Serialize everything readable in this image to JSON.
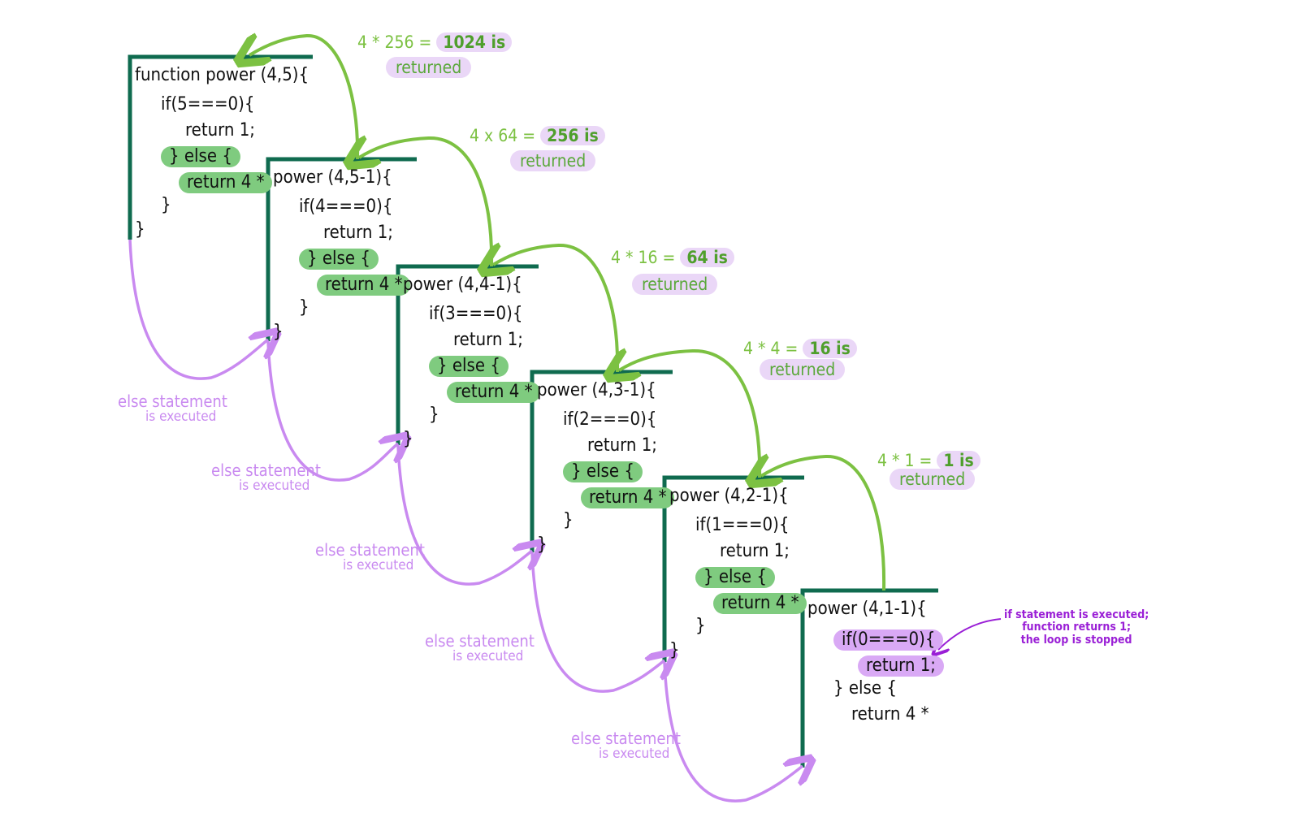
{
  "colors": {
    "frame": "#0f6b4f",
    "return_arrow": "#7cc142",
    "call_arrow": "#c98af0",
    "note": "#9a1fd6"
  },
  "blocks": [
    {
      "header": "function power (4,5){",
      "if": "if(5===0){",
      "ret1": "return 1;",
      "else": "} else {",
      "ret4": "return 4 *",
      "close1": "}",
      "close2": "}"
    },
    {
      "header": "power (4,5-1){",
      "if": "if(4===0){",
      "ret1": "return 1;",
      "else": "} else {",
      "ret4": "return 4 *",
      "close1": "}",
      "close2": "}"
    },
    {
      "header": "power (4,4-1){",
      "if": "if(3===0){",
      "ret1": "return 1;",
      "else": "} else {",
      "ret4": "return 4 *",
      "close1": "}",
      "close2": "}"
    },
    {
      "header": "power (4,3-1){",
      "if": "if(2===0){",
      "ret1": "return 1;",
      "else": "} else {",
      "ret4": "return 4 *",
      "close1": "}",
      "close2": "}"
    },
    {
      "header": "power (4,2-1){",
      "if": "if(1===0){",
      "ret1": "return 1;",
      "else": "} else {",
      "ret4": "return 4 *",
      "close1": "}",
      "close2": "}"
    },
    {
      "header": "power (4,1-1){",
      "if": "if(0===0){",
      "ret1": "return 1;",
      "else": "} else {",
      "ret4": "return 4 *"
    }
  ],
  "return_labels": [
    {
      "expr": "4 * 256 =",
      "result": "1024 is",
      "returned": "returned"
    },
    {
      "expr": "4 x 64 =",
      "result": "256 is",
      "returned": "returned"
    },
    {
      "expr": "4 * 16 =",
      "result": "64 is",
      "returned": "returned"
    },
    {
      "expr": "4 * 4 =",
      "result": "16 is",
      "returned": "returned"
    },
    {
      "expr": "4 * 1 =",
      "result": "1 is",
      "returned": "returned"
    }
  ],
  "else_labels": [
    {
      "line1": "else statement",
      "line2": "is executed"
    },
    {
      "line1": "else statement",
      "line2": "is executed"
    },
    {
      "line1": "else statement",
      "line2": "is executed"
    },
    {
      "line1": "else statement",
      "line2": "is executed"
    },
    {
      "line1": "else statement",
      "line2": "is executed"
    }
  ],
  "note": {
    "line1": "if statement is executed;",
    "line2": "function returns 1;",
    "line3": "the loop is stopped"
  }
}
